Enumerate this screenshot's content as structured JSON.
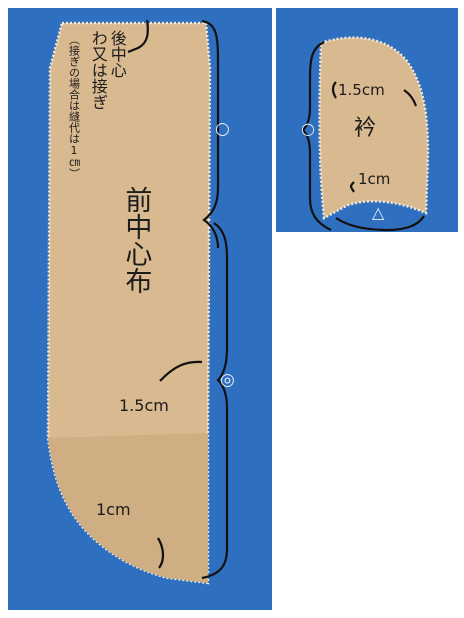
{
  "front_piece": {
    "back_center_label": "後中心",
    "fold_or_seam_label": "わ又は接ぎ",
    "seam_note": "（接ぎの場合は縫代は1㎝）",
    "piece_name": "前中心布",
    "allowance_side": "1.5cm",
    "allowance_bottom": "1cm",
    "mark_upper": "○",
    "mark_lower": "◎"
  },
  "collar_piece": {
    "piece_name": "衿",
    "allowance_top": "1.5cm",
    "allowance_bottom": "1cm",
    "mark_side": "○",
    "mark_bottom": "△"
  },
  "colors": {
    "background": "#2f6fbf",
    "fabric": "#d9b98f",
    "fabric_shade": "#cfae83",
    "edge": "#f1ead9",
    "line": "#111111"
  }
}
